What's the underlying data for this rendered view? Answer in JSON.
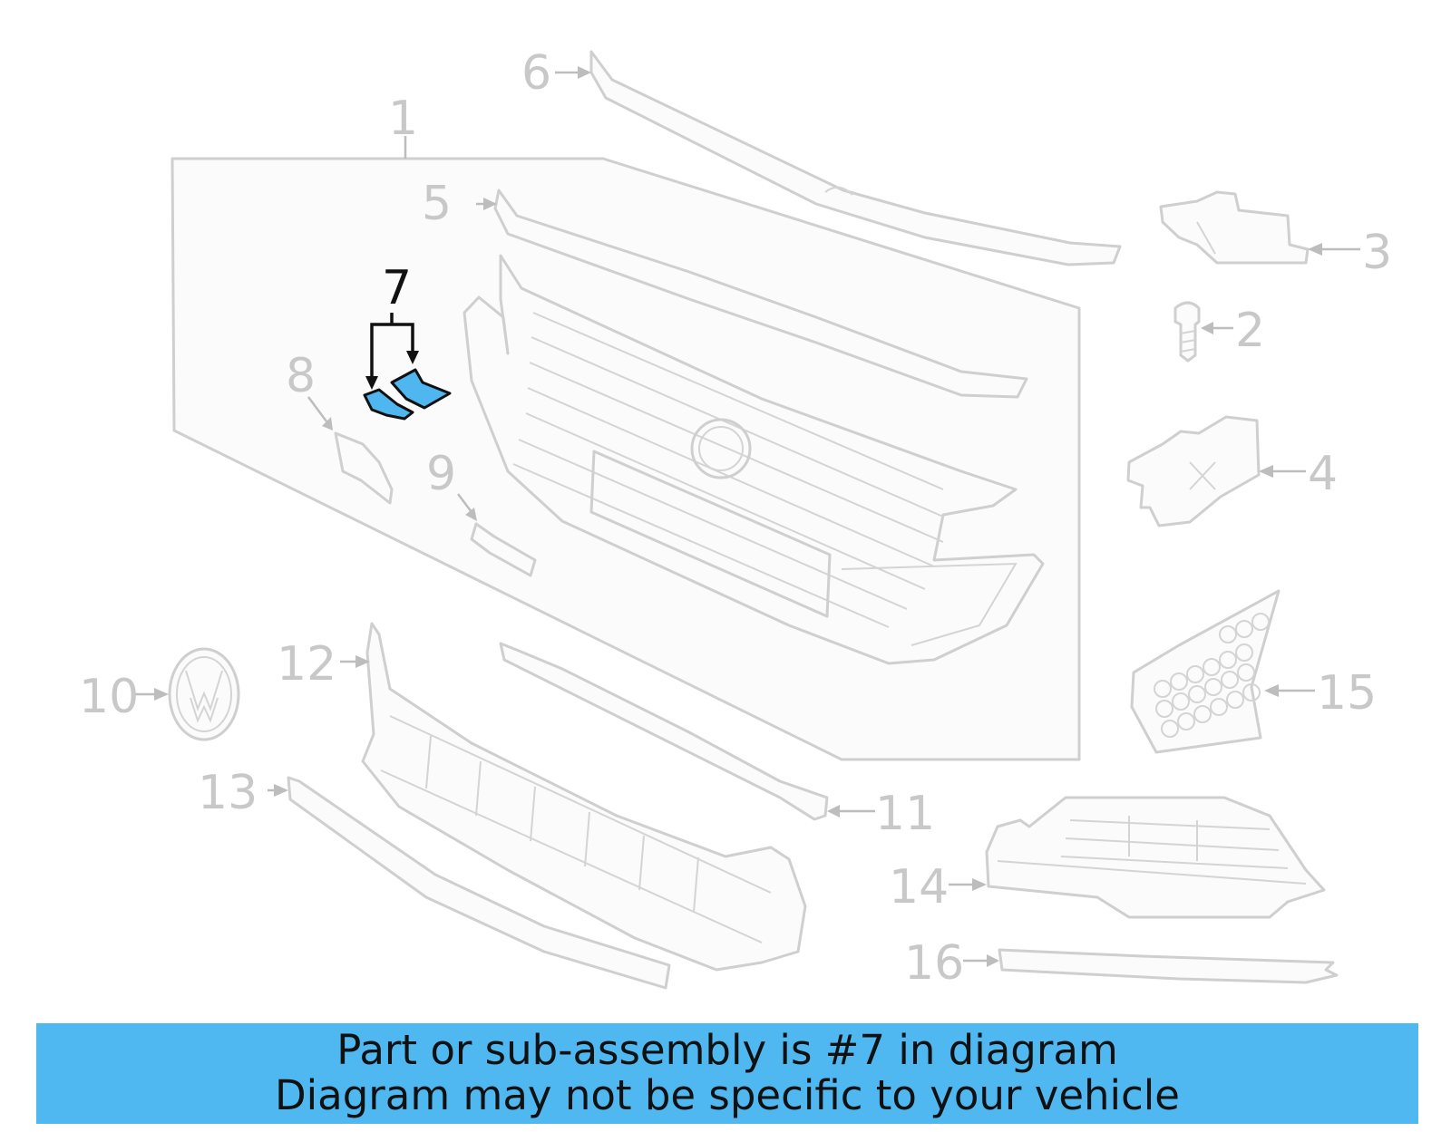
{
  "diagram": {
    "highlighted_part": "7",
    "highlight_color": "#4fb8f1",
    "callouts": [
      "1",
      "2",
      "3",
      "4",
      "5",
      "6",
      "7",
      "8",
      "9",
      "10",
      "11",
      "12",
      "13",
      "14",
      "15",
      "16"
    ]
  },
  "banner": {
    "line1": "Part or sub-assembly is #7 in diagram",
    "line2": "Diagram may not be specific to your vehicle",
    "background": "#4fb8f1"
  }
}
